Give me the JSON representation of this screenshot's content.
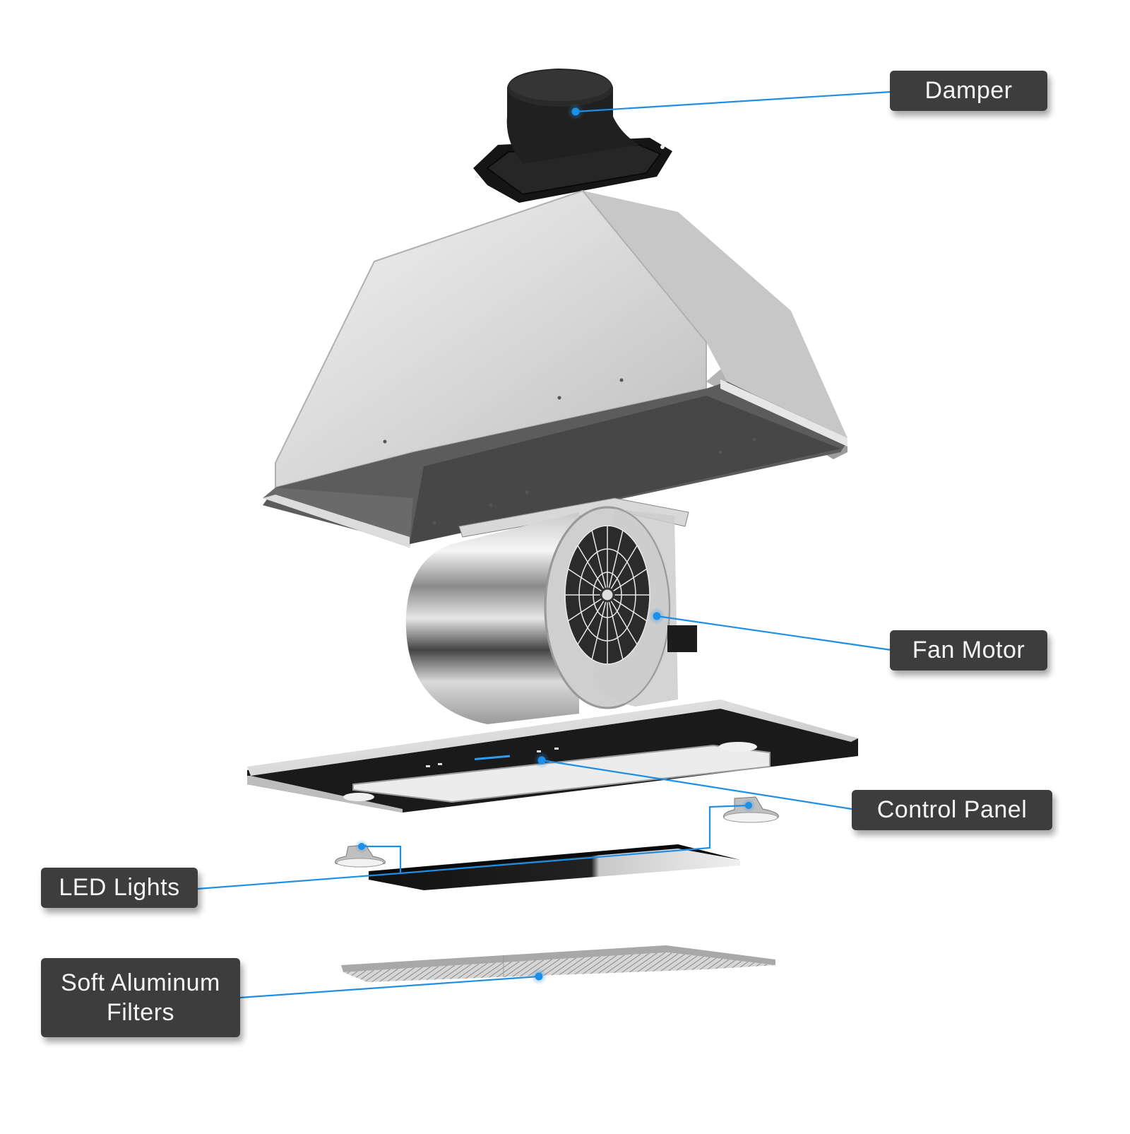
{
  "diagram": {
    "subject": "Insert range hood exploded view",
    "leader_color": "#1e8fe6",
    "label_bg": "#3d3d3d",
    "label_text_color": "#f4f4f4",
    "labels": [
      {
        "id": "damper",
        "text": "Damper"
      },
      {
        "id": "fan-motor",
        "text": "Fan Motor"
      },
      {
        "id": "control-panel",
        "text": "Control Panel"
      },
      {
        "id": "led-lights",
        "text": "LED Lights"
      },
      {
        "id": "filters",
        "line1": "Soft Aluminum",
        "line2": "Filters"
      }
    ],
    "components": [
      "damper",
      "hood-body",
      "fan-motor",
      "control-panel",
      "led-light-left",
      "led-light-right",
      "glass-panel",
      "aluminum-filters"
    ]
  }
}
